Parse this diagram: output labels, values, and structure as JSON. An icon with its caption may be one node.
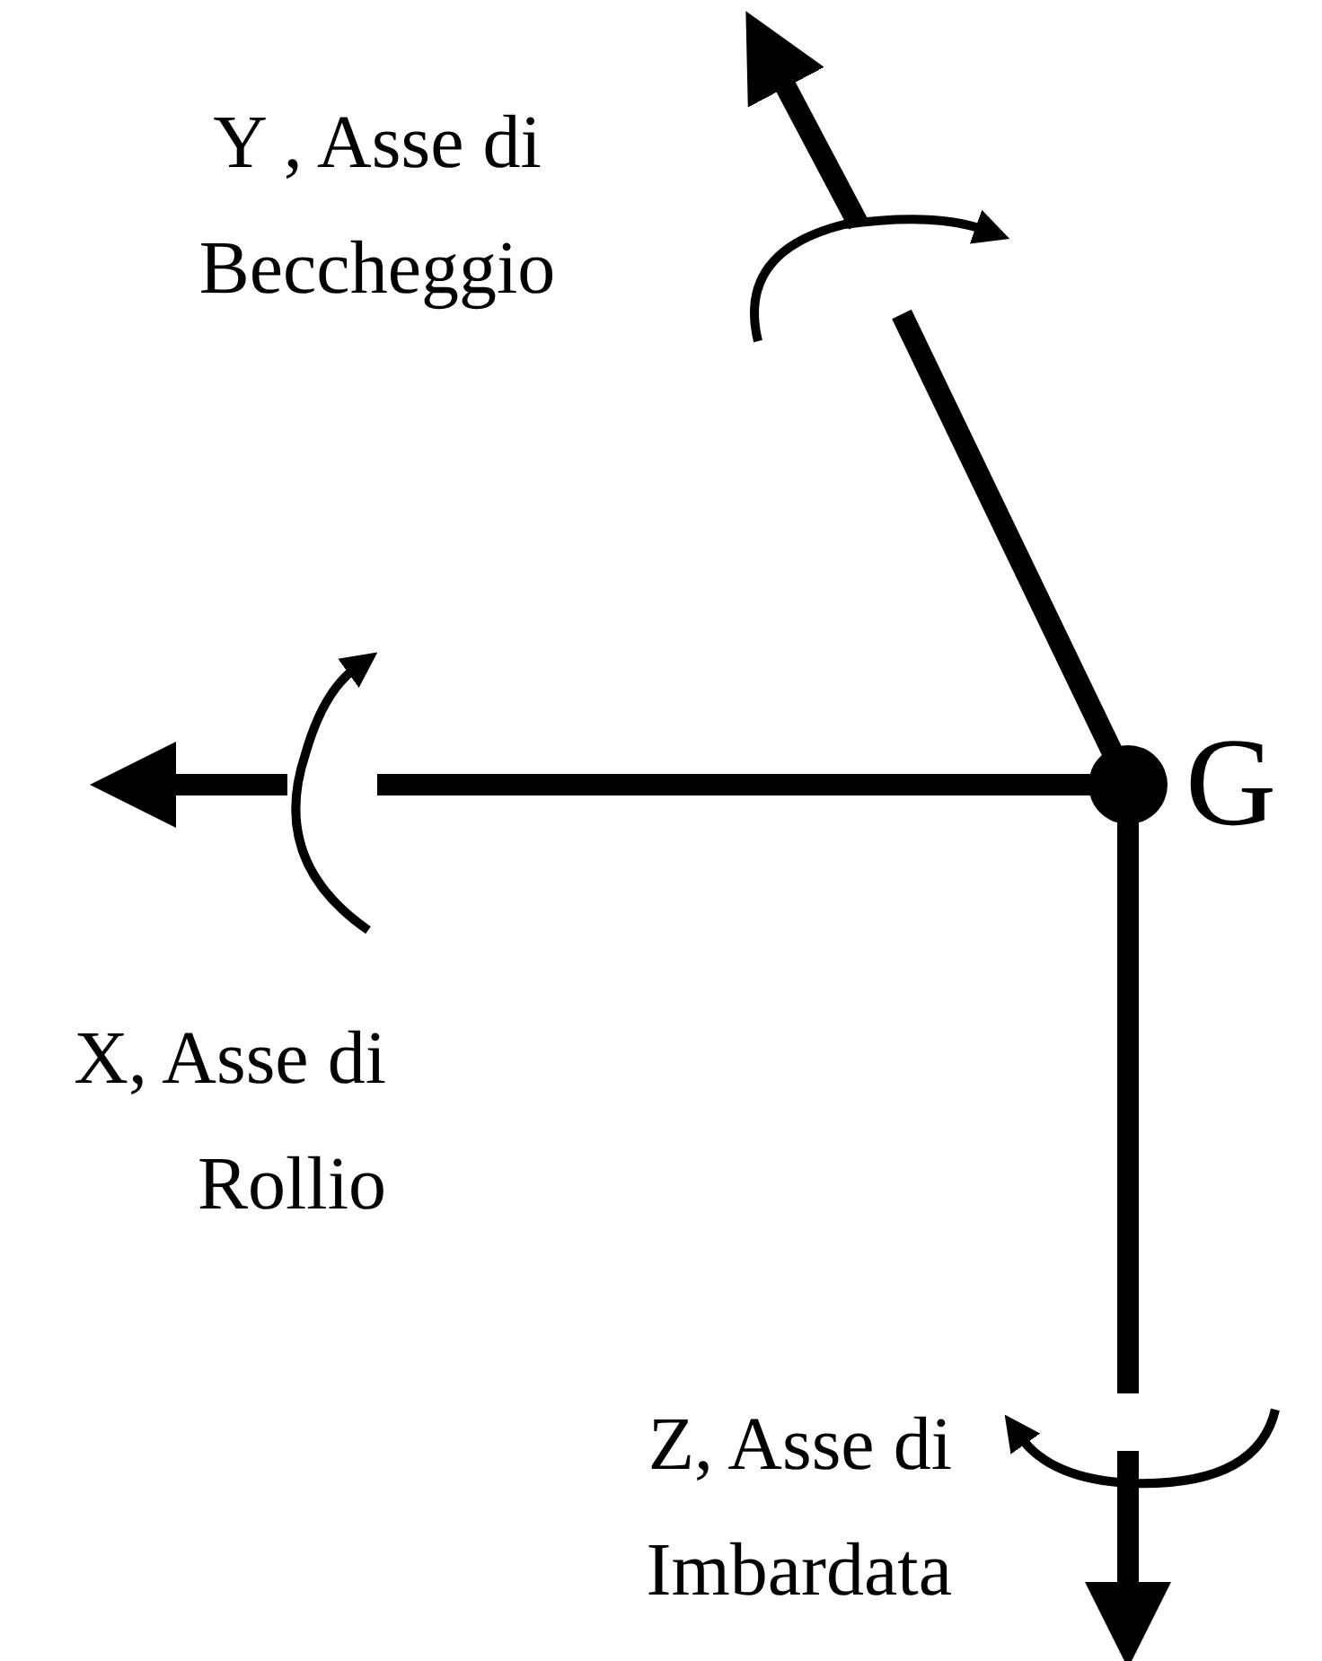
{
  "diagram": {
    "labels": [
      "Y , Asse di Beccheggio",
      "X, Asse di Rollio",
      "Z, Asse di Imbardata",
      "G"
    ]
  }
}
